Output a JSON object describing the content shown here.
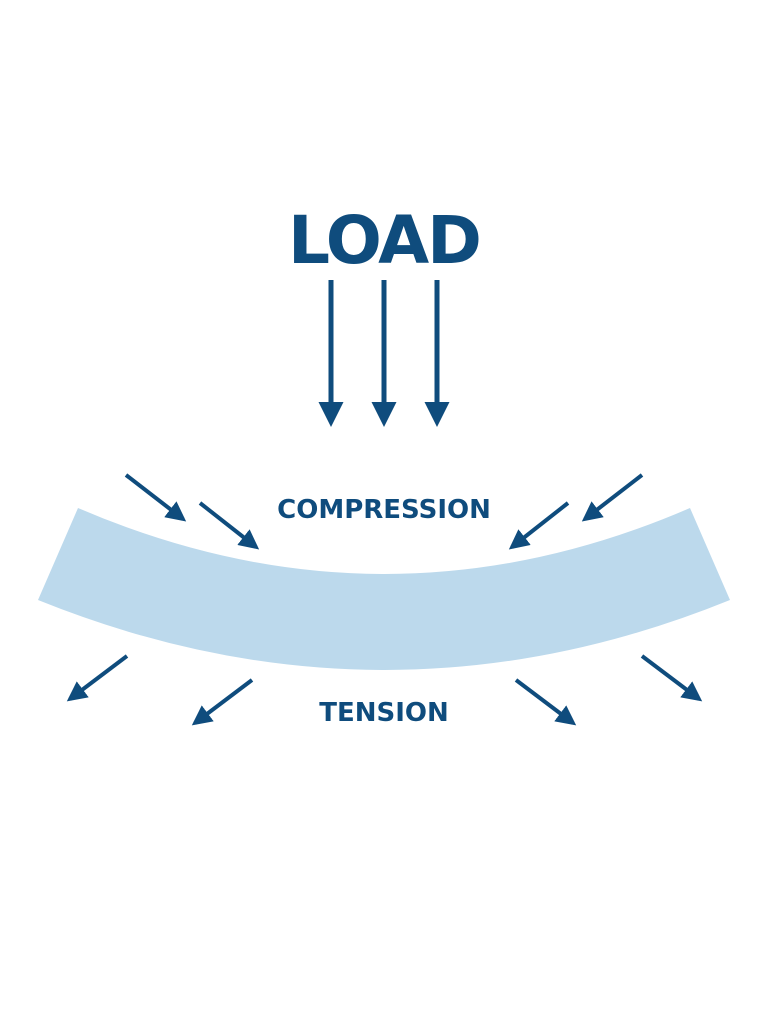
{
  "labels": {
    "load": "LOAD",
    "compression": "COMPRESSION",
    "tension": "TENSION"
  },
  "colors": {
    "arrow": "#0f4c7d",
    "text": "#0f4c7d",
    "beam": "#bcd9ec",
    "background": "#ffffff"
  }
}
